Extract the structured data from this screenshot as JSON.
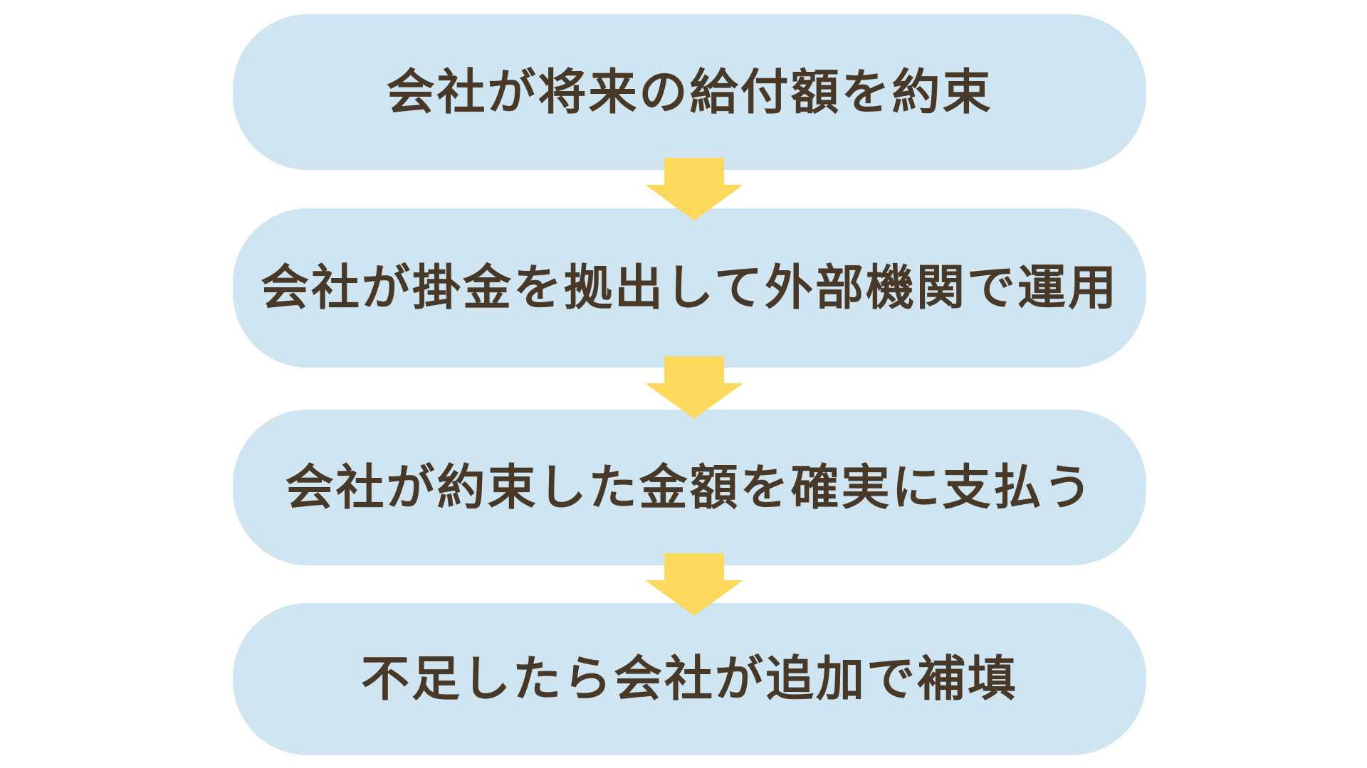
{
  "diagram": {
    "type": "vertical-flow",
    "steps": [
      {
        "label": "会社が将来の給付額を約束"
      },
      {
        "label": "会社が掛金を拠出して外部機関で運用"
      },
      {
        "label": "会社が約束した金額を確実に支払う"
      },
      {
        "label": "不足したら会社が追加で補填"
      }
    ],
    "connector_icon": "down-arrow",
    "colors": {
      "background": "#FFFFFF",
      "box_fill": "#D0E5F2",
      "arrow_fill": "#FCD95C",
      "text": "#473828"
    }
  }
}
